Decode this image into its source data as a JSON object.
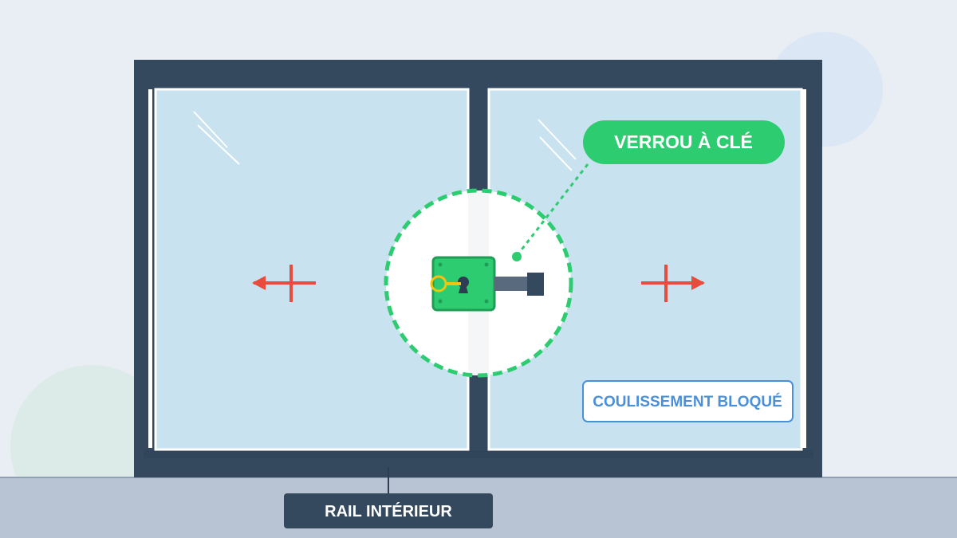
{
  "labels": {
    "key_lock": "VERROU À CLÉ",
    "sliding_blocked": "COULISSEMENT BLOQUÉ",
    "inner_rail": "RAIL INTÉRIEUR"
  },
  "colors": {
    "background": "#e9edf4",
    "floor": "#b8c4d3",
    "frame": "#34495e",
    "glass": "#c8e2ef",
    "lock_green": "#2ecc71",
    "lock_dark_green": "#1f9d55",
    "arrow_red": "#e74c3c",
    "key_yellow": "#f1c40f",
    "blocked_blue": "#4a90d9",
    "bolt_gray": "#596a7e"
  },
  "icons": {
    "left_arrow": "left-arrow-icon",
    "right_arrow": "right-arrow-icon",
    "lock": "lock-icon",
    "key": "key-icon",
    "keyhole": "keyhole-icon"
  }
}
